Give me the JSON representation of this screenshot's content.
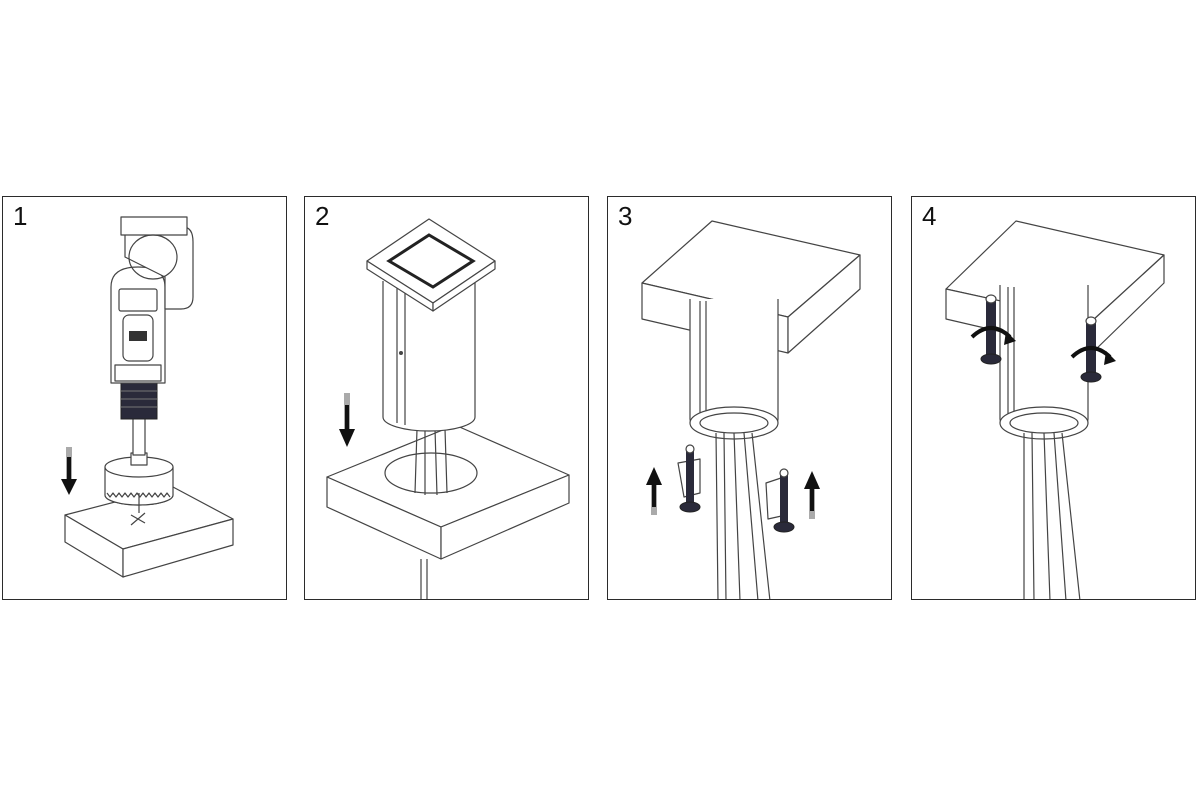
{
  "steps": [
    {
      "number": "1",
      "icon": "drill-hole-saw-icon"
    },
    {
      "number": "2",
      "icon": "insert-socket-icon"
    },
    {
      "number": "3",
      "icon": "attach-clamps-icon"
    },
    {
      "number": "4",
      "icon": "tighten-screws-icon"
    }
  ],
  "colors": {
    "line": "#444444",
    "dark": "#2a2a3a",
    "border": "#2b2b2b"
  }
}
